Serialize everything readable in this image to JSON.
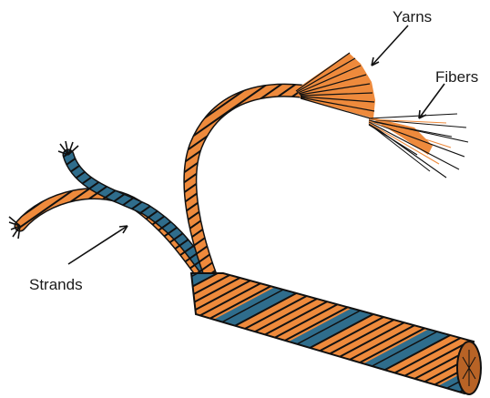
{
  "labels": {
    "yarns": "Yarns",
    "fibers": "Fibers",
    "strands": "Strands"
  },
  "colors": {
    "orange": "#ee8a3c",
    "blue": "#2f6d8c",
    "outline": "#111111",
    "background": "#ffffff"
  }
}
